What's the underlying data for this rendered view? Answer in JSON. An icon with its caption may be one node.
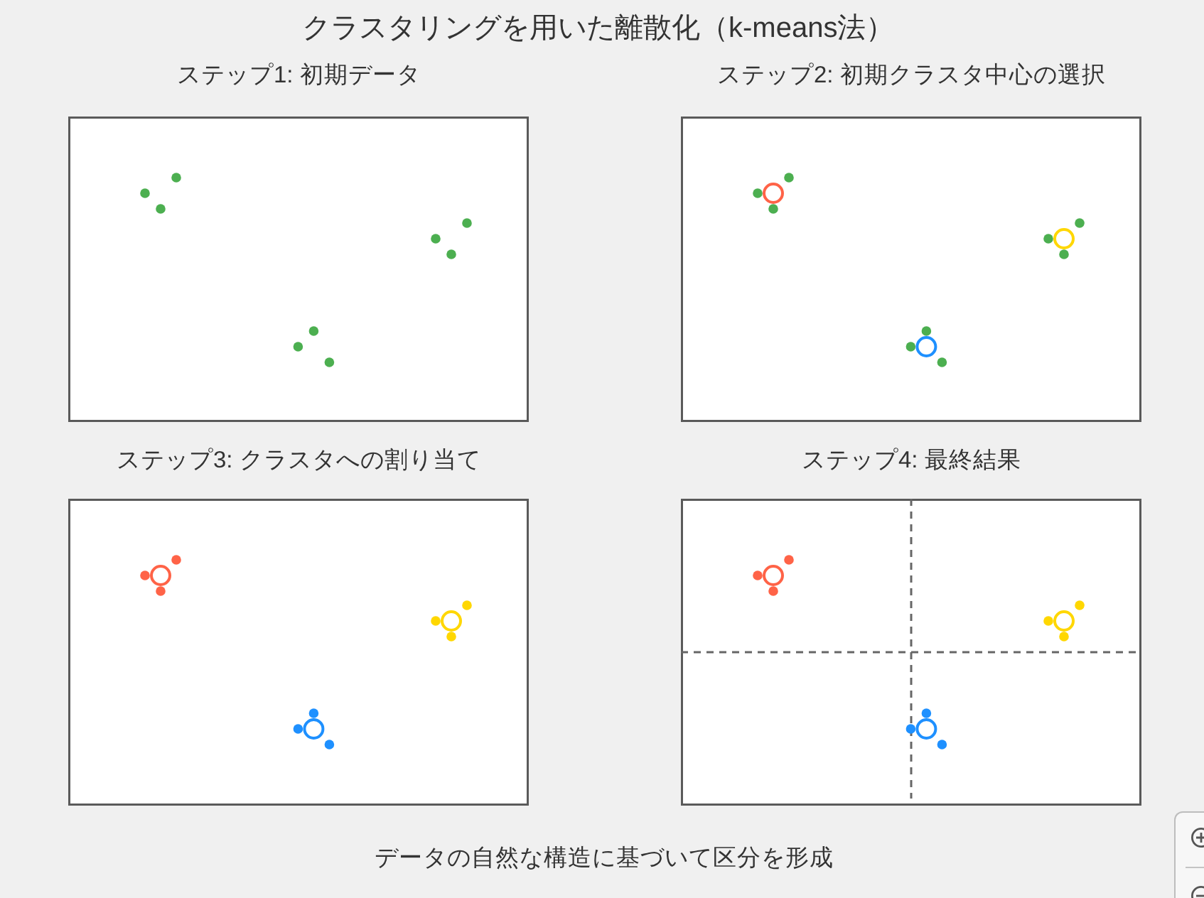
{
  "diagram": {
    "title": "クラスタリングを用いた離散化（k-means法）",
    "caption": "データの自然な構造に基づいて区分を形成",
    "nodes": [
      {
        "text": [
          "ステップ1: 初期データ"
        ]
      },
      {
        "text": [
          "ステップ2: 初期クラスタ中心の選択"
        ]
      },
      {
        "text": [
          "ステップ3: クラスタへの割り当て"
        ]
      },
      {
        "text": [
          "ステップ4: 最終結果"
        ]
      }
    ]
  }
}
